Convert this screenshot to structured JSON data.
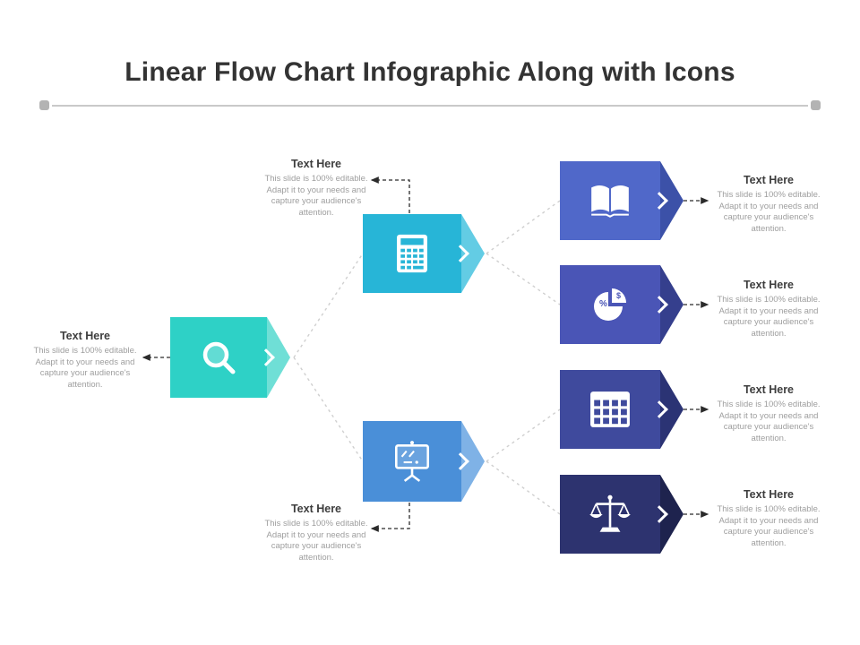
{
  "title": "Linear Flow Chart Infographic Along with Icons",
  "blocks": {
    "left": {
      "title": "Text Here",
      "body": "This slide is 100% editable. Adapt it to your needs and capture your audience's attention."
    },
    "mid_top": {
      "title": "Text Here",
      "body": "This slide is 100% editable. Adapt it to your needs and capture your audience's attention."
    },
    "mid_bottom": {
      "title": "Text Here",
      "body": "This slide is 100% editable. Adapt it to your needs and capture your audience's attention."
    },
    "right_1": {
      "title": "Text Here",
      "body": "This slide is 100% editable. Adapt it to your needs and capture your audience's attention."
    },
    "right_2": {
      "title": "Text Here",
      "body": "This slide is 100% editable. Adapt it to your needs and capture your audience's attention."
    },
    "right_3": {
      "title": "Text Here",
      "body": "This slide is 100% editable. Adapt it to your needs and capture your audience's attention."
    },
    "right_4": {
      "title": "Text Here",
      "body": "This slide is 100% editable. Adapt it to your needs and capture your audience's attention."
    }
  },
  "nodes": {
    "search": {
      "icon": "search-icon",
      "color": "#2ED1C6",
      "tip_color": "#6FDFD6"
    },
    "calculator": {
      "icon": "calculator-icon",
      "color": "#27B5D7",
      "tip_color": "#63CCE4"
    },
    "board": {
      "icon": "presentation-board-icon",
      "color": "#4A8FD8",
      "tip_color": "#7FB2E6"
    },
    "book": {
      "icon": "book-icon",
      "color": "#5068C9",
      "tip_color": "#3C51A8"
    },
    "pie": {
      "icon": "pie-chart-icon",
      "color": "#4A55B6",
      "tip_color": "#353F8D"
    },
    "table": {
      "icon": "table-icon",
      "color": "#3F4A9D",
      "tip_color": "#2B3374"
    },
    "scales": {
      "icon": "scales-icon",
      "color": "#2D336F",
      "tip_color": "#1E234E"
    }
  }
}
